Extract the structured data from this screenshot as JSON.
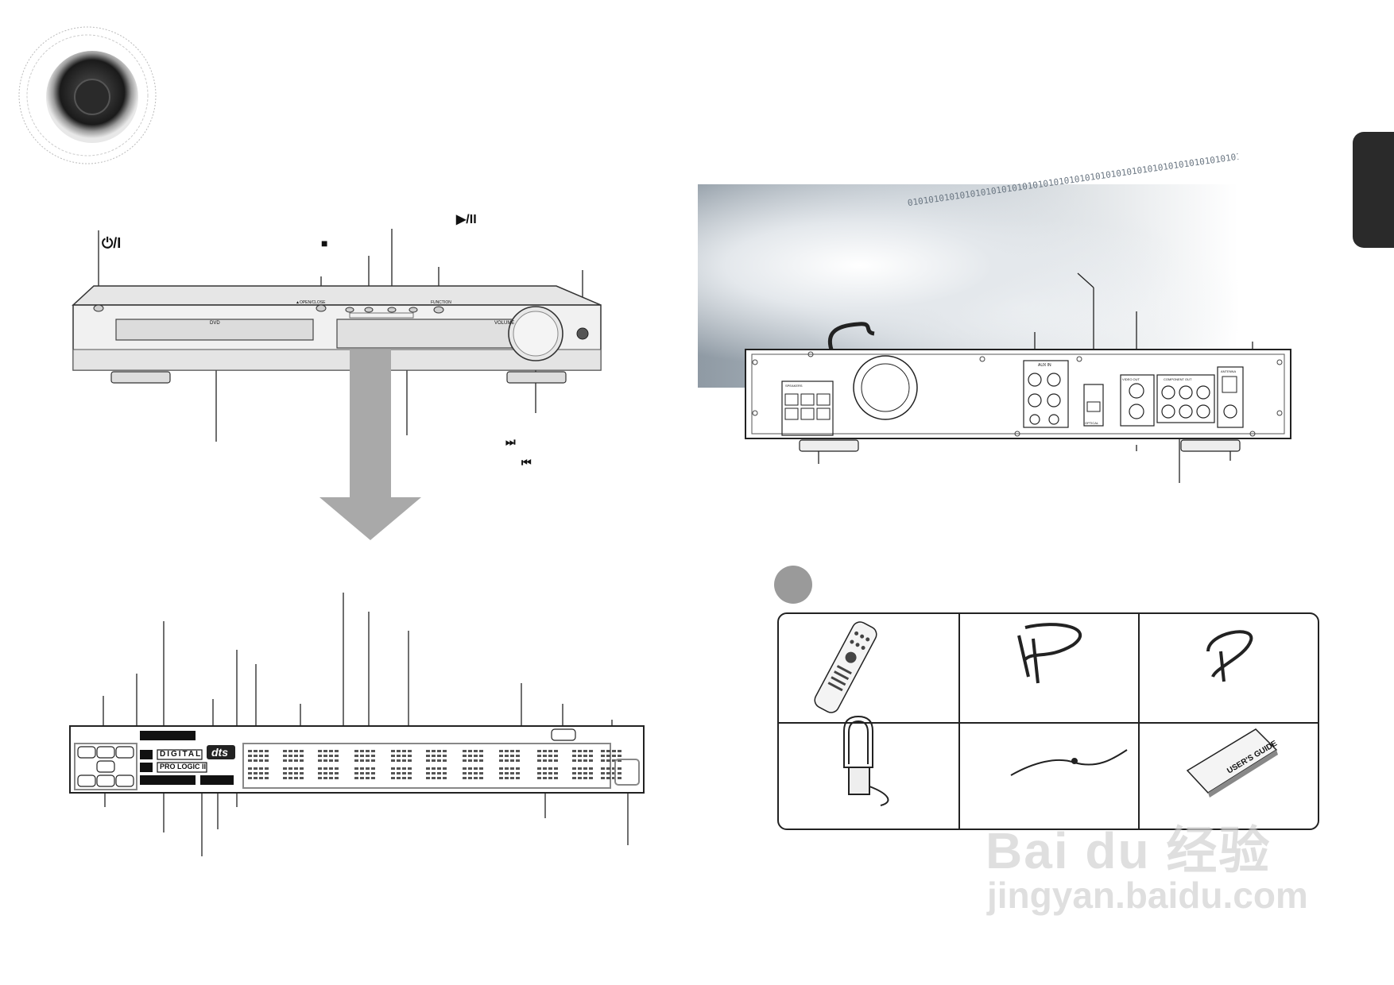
{
  "front_panel": {
    "power_symbol": "⏻/I",
    "stop_symbol": "■",
    "play_pause_symbol": "▶/II",
    "next_symbol": "⏭",
    "prev_symbol": "⏮",
    "open_close_label": "▲OPEN/CLOSE",
    "function_label": "FUNCTION",
    "volume_label": "VOLUME",
    "dvd_label": "DVD"
  },
  "display_panel": {
    "digital_label": "DIGITAL",
    "pro_logic_label": "PRO LOGIC II",
    "dts_label": "dts"
  },
  "rear_panel": {
    "speakers_label": "SPEAKERS",
    "aux_in_label": "AUX IN",
    "video_out_label": "VIDEO OUT",
    "component_out_label": "COMPONENT OUT",
    "antenna_label": "ANTENNA",
    "optical_label": "OPTICAL"
  },
  "accessories": {
    "manual_title": "USER'S GUIDE"
  },
  "watermark": {
    "logo": "Bai du 经验",
    "url": "jingyan.baidu.com"
  }
}
